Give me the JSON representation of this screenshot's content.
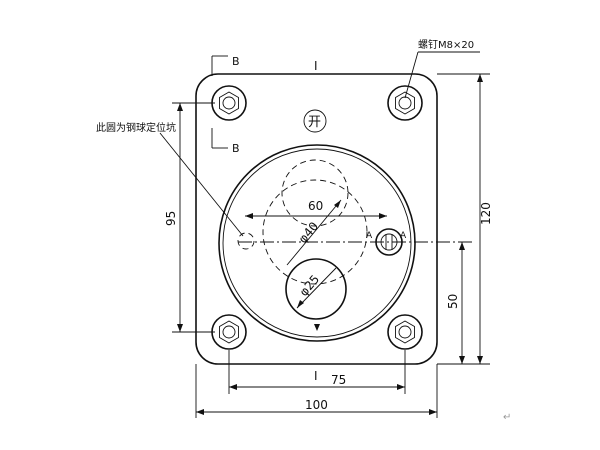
{
  "labels": {
    "screw_note": "螺钉M8×20",
    "steel_ball_note": "此圆为钢球定位坑",
    "open_mark": "开",
    "section_b_top": "B",
    "section_b_bottom": "B",
    "section_a_left": "A",
    "section_a_right": "A",
    "center_mark_top": "I",
    "center_mark_bottom": "I"
  },
  "dimensions": {
    "height_total": "120",
    "height_bolt": "95",
    "height_center": "50",
    "width_total": "100",
    "width_bolt": "75",
    "span_60": "60",
    "dia_40": "φ40",
    "dia_25": "φ25"
  },
  "end_mark": "↵"
}
